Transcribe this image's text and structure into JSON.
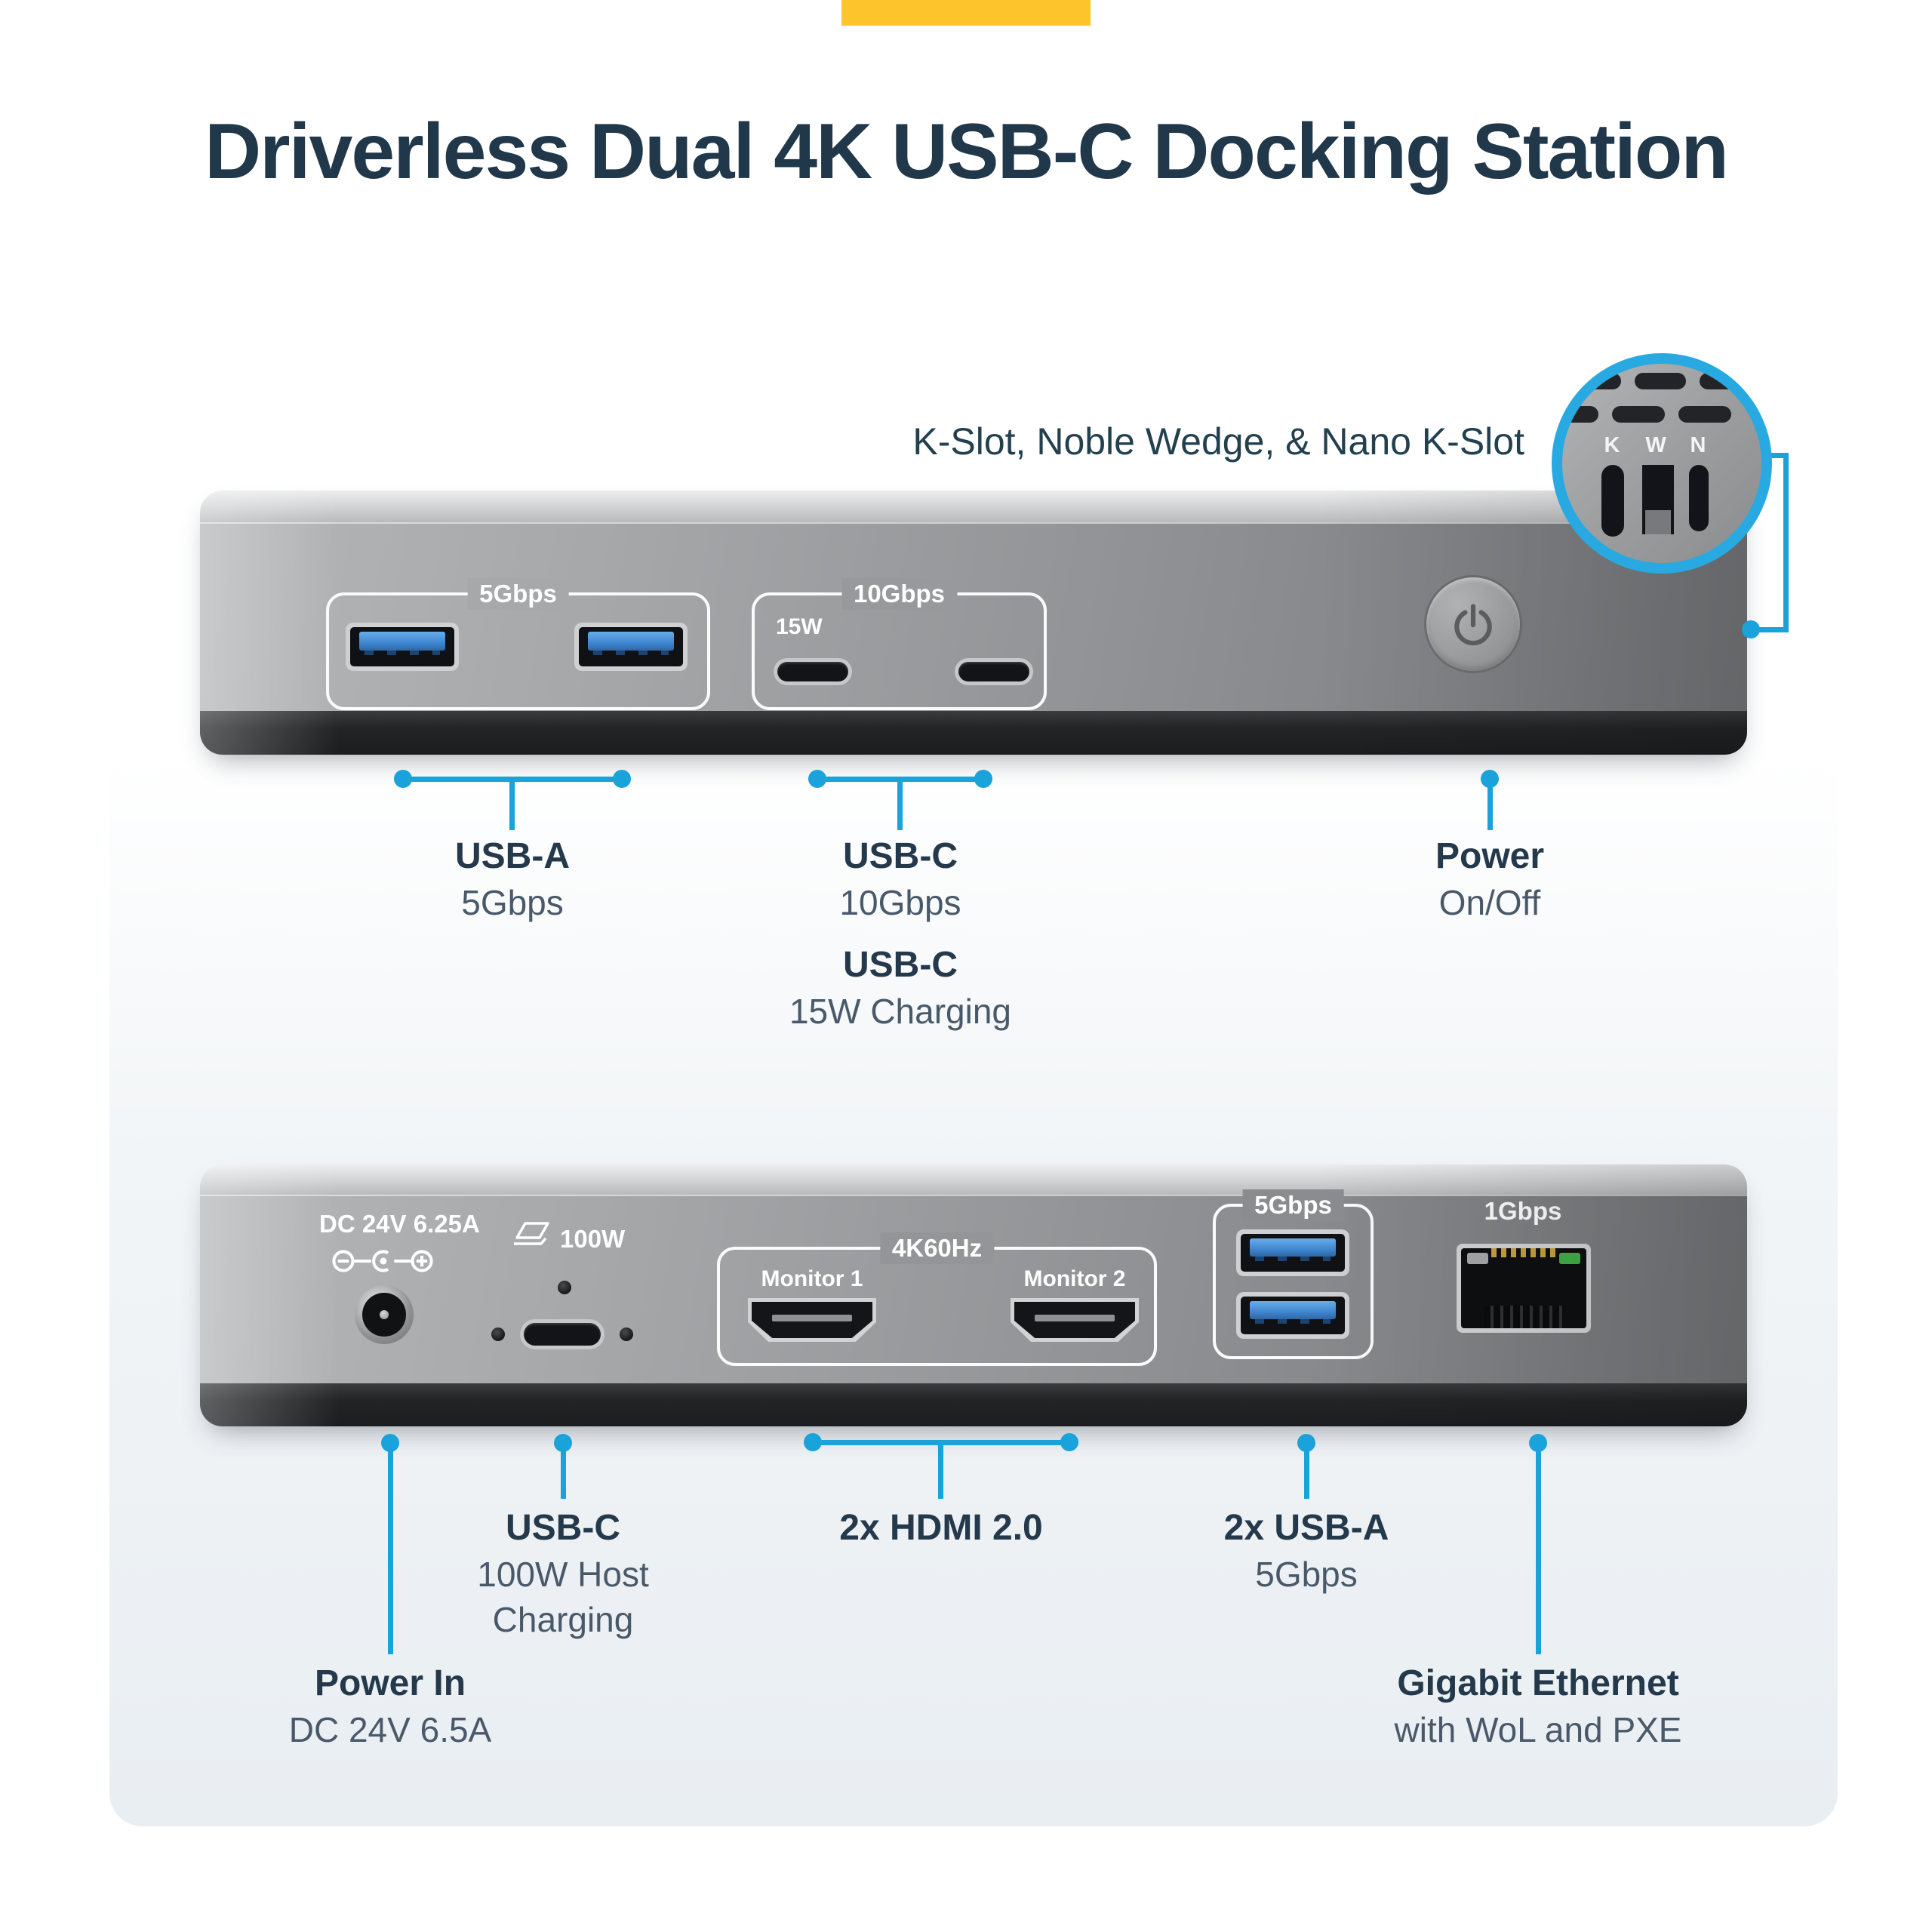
{
  "title": "Driverless Dual 4K USB-C Docking Station",
  "colors": {
    "accent_blue": "#1aa2da",
    "ring_blue": "#29a9e1",
    "brand_yellow": "#fdc42c",
    "heading_dark": "#21384a"
  },
  "security_callout": {
    "label": "K-Slot, Noble Wedge, & Nano K-Slot",
    "slot_letters": [
      "K",
      "W",
      "N"
    ]
  },
  "front": {
    "port_groups": [
      {
        "label": "5Gbps"
      },
      {
        "label": "10Gbps",
        "charge_label": "15W"
      }
    ],
    "annotations": [
      {
        "heading": "USB-A",
        "sub1": "5Gbps"
      },
      {
        "heading": "USB-C",
        "sub1": "10Gbps"
      },
      {
        "heading": "USB-C",
        "sub1": "15W Charging"
      },
      {
        "heading": "Power",
        "sub1": "On/Off"
      }
    ]
  },
  "back": {
    "dc_input_label": "DC 24V 6.25A",
    "host_charge_label": "100W",
    "display_group": {
      "label": "4K60Hz",
      "monitor1": "Monitor 1",
      "monitor2": "Monitor 2"
    },
    "usb_group_label": "5Gbps",
    "ethernet_label": "1Gbps",
    "annotations": [
      {
        "heading": "Power In",
        "sub1": "DC 24V 6.5A"
      },
      {
        "heading": "USB-C",
        "sub1": "100W Host",
        "sub2": "Charging"
      },
      {
        "heading": "2x HDMI 2.0"
      },
      {
        "heading": "2x USB-A",
        "sub1": "5Gbps"
      },
      {
        "heading": "Gigabit Ethernet",
        "sub1": "with WoL and PXE"
      }
    ]
  }
}
